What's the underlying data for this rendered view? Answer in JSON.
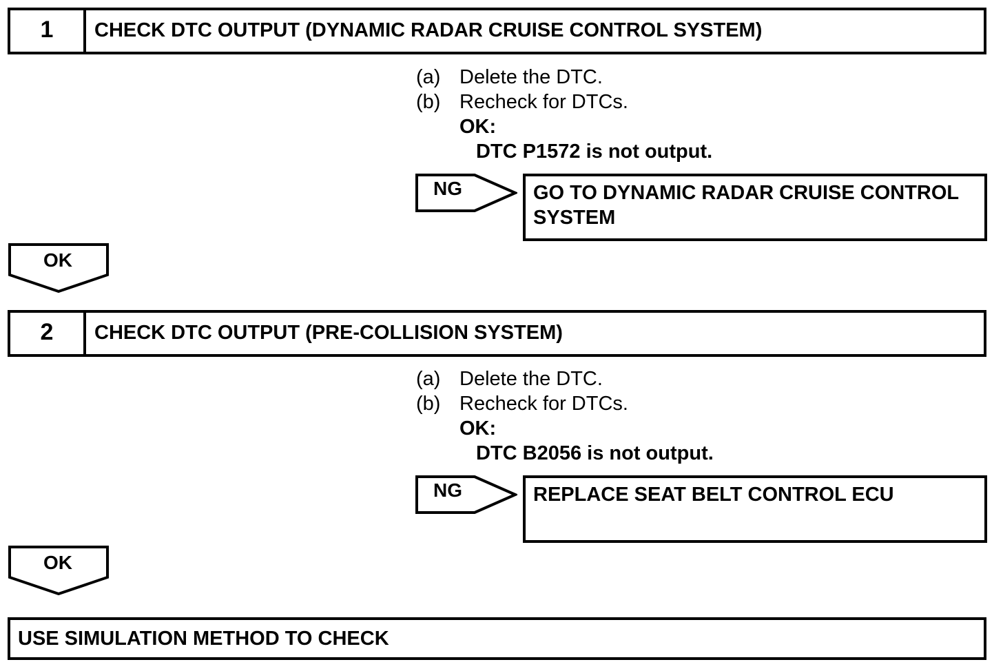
{
  "steps": [
    {
      "number": "1",
      "title": "CHECK DTC OUTPUT (DYNAMIC RADAR CRUISE CONTROL SYSTEM)",
      "instructions": [
        {
          "label": "(a)",
          "text": "Delete the DTC."
        },
        {
          "label": "(b)",
          "text": "Recheck for DTCs."
        }
      ],
      "ok_heading": "OK:",
      "ok_condition": "DTC P1572 is not output.",
      "ng_label": "NG",
      "ng_action_line1": "GO TO DYNAMIC RADAR CRUISE CONTROL",
      "ng_action_line2": "SYSTEM",
      "ok_label": "OK"
    },
    {
      "number": "2",
      "title": "CHECK DTC OUTPUT (PRE-COLLISION SYSTEM)",
      "instructions": [
        {
          "label": "(a)",
          "text": "Delete the DTC."
        },
        {
          "label": "(b)",
          "text": "Recheck for DTCs."
        }
      ],
      "ok_heading": "OK:",
      "ok_condition": "DTC B2056 is not output.",
      "ng_label": "NG",
      "ng_action_line1": "REPLACE SEAT BELT CONTROL ECU",
      "ok_label": "OK"
    }
  ],
  "final_step": "USE SIMULATION METHOD TO CHECK"
}
